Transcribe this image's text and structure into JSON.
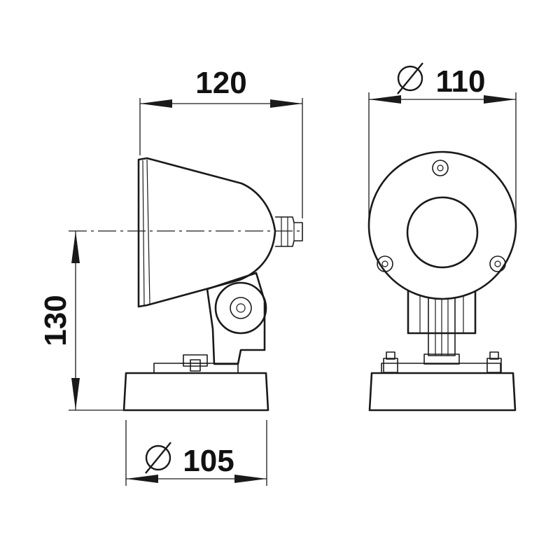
{
  "dimensions": {
    "width_side": "120",
    "diameter_front": "110",
    "height": "130",
    "base_diameter": "105"
  }
}
